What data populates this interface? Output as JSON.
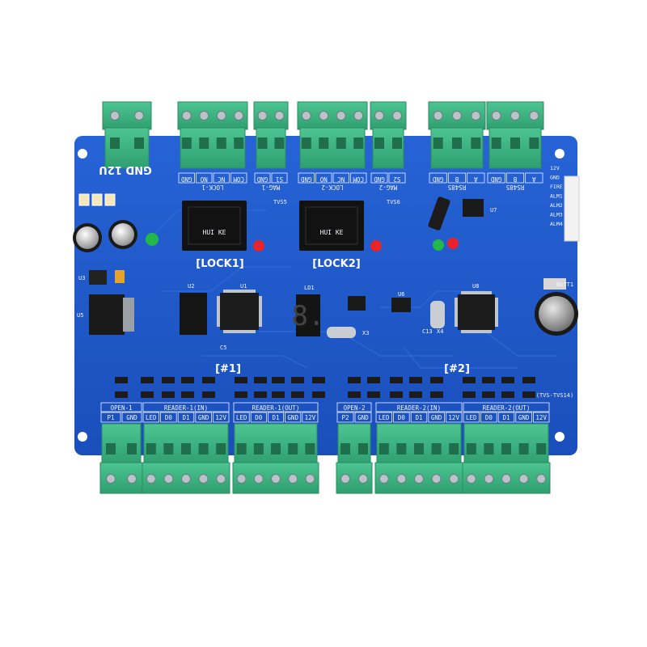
{
  "board": {
    "power_label": "GND 12U",
    "lock_labels": [
      "[LOCK1]",
      "[LOCK2]"
    ],
    "section_labels": [
      "[#1]",
      "[#2]"
    ],
    "top_blocks": [
      {
        "title": "",
        "pins": []
      },
      {
        "title": "LOCK-1",
        "pins": [
          "COM",
          "NC",
          "NO",
          "GND"
        ]
      },
      {
        "title": "MAG-1",
        "pins": [
          "S1",
          "GND"
        ]
      },
      {
        "title": "LOCK-2",
        "pins": [
          "COM",
          "NC",
          "NO",
          "GND"
        ]
      },
      {
        "title": "MAG-2",
        "pins": [
          "S2",
          "GND"
        ]
      },
      {
        "title": "RS485",
        "pins": [
          "A",
          "B",
          "GND"
        ]
      },
      {
        "title": "RS485",
        "pins": [
          "A",
          "B",
          "GND"
        ]
      }
    ],
    "bottom_blocks": [
      {
        "title": "OPEN-1",
        "pins": [
          "P1",
          "GND"
        ]
      },
      {
        "title": "READER-1(IN)",
        "pins": [
          "LED",
          "D0",
          "D1",
          "GND",
          "12V"
        ]
      },
      {
        "title": "READER-1(OUT)",
        "pins": [
          "LED",
          "D0",
          "D1",
          "GND",
          "12V"
        ]
      },
      {
        "title": "OPEN-2",
        "pins": [
          "P2",
          "GND"
        ]
      },
      {
        "title": "READER-2(IN)",
        "pins": [
          "LED",
          "D0",
          "D1",
          "GND",
          "12V"
        ]
      },
      {
        "title": "READER-2(OUT)",
        "pins": [
          "LED",
          "D0",
          "D1",
          "GND",
          "12V"
        ]
      }
    ],
    "right_header_labels": [
      "12V",
      "GND",
      "FIRE",
      "ALM1",
      "ALM2",
      "ALM3",
      "ALM4"
    ],
    "component_labels": [
      "U1",
      "U2",
      "U3",
      "U5",
      "U6",
      "U7",
      "U8",
      "LD1",
      "BATT1",
      "TVS5",
      "TVS6",
      "C5",
      "C13",
      "X3",
      "X4"
    ],
    "tvs_note": "(TVS-TVS14)",
    "relay_text": "HUI KE",
    "seven_segment": "8.",
    "colors": {
      "pcb": "#1f57c7",
      "terminal": "#3fb585",
      "silkscreen": "#f2f6ff",
      "led_red": "#e8242a",
      "led_green": "#23b84a"
    }
  }
}
